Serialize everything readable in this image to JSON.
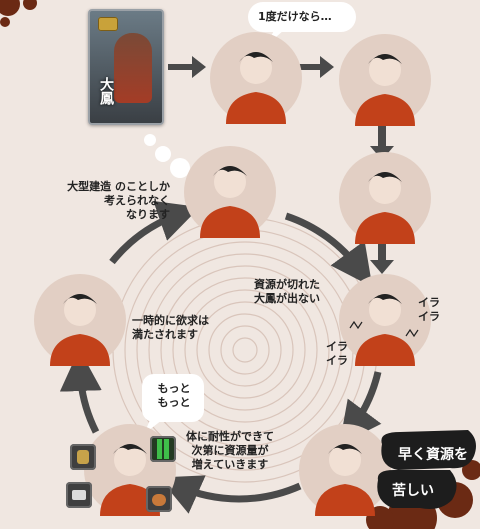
{
  "captions": {
    "one_time": "1度だけなら…",
    "large_build": [
      "大型建造 のことしか",
      "考えられなく",
      "なります"
    ],
    "resources_out": [
      "資源が切れた",
      "大鳳が出ない"
    ],
    "irritated": "イラ\nイラ",
    "satisfied": [
      "一時的に欲求は",
      "満たされます"
    ],
    "more_more": [
      "もっと",
      "もっと"
    ],
    "tolerance": [
      "体に耐性ができて",
      "次第に資源量が",
      "増えていきます"
    ],
    "hurry_resources": "早く資源を",
    "painful": "苦しい"
  },
  "card": {
    "name": "大鳳"
  },
  "colors": {
    "person_fill": "#c2411a",
    "circle_bg": "#e6d6cc",
    "arrow": "#4a4a4a",
    "background": "#f0e7e1"
  }
}
